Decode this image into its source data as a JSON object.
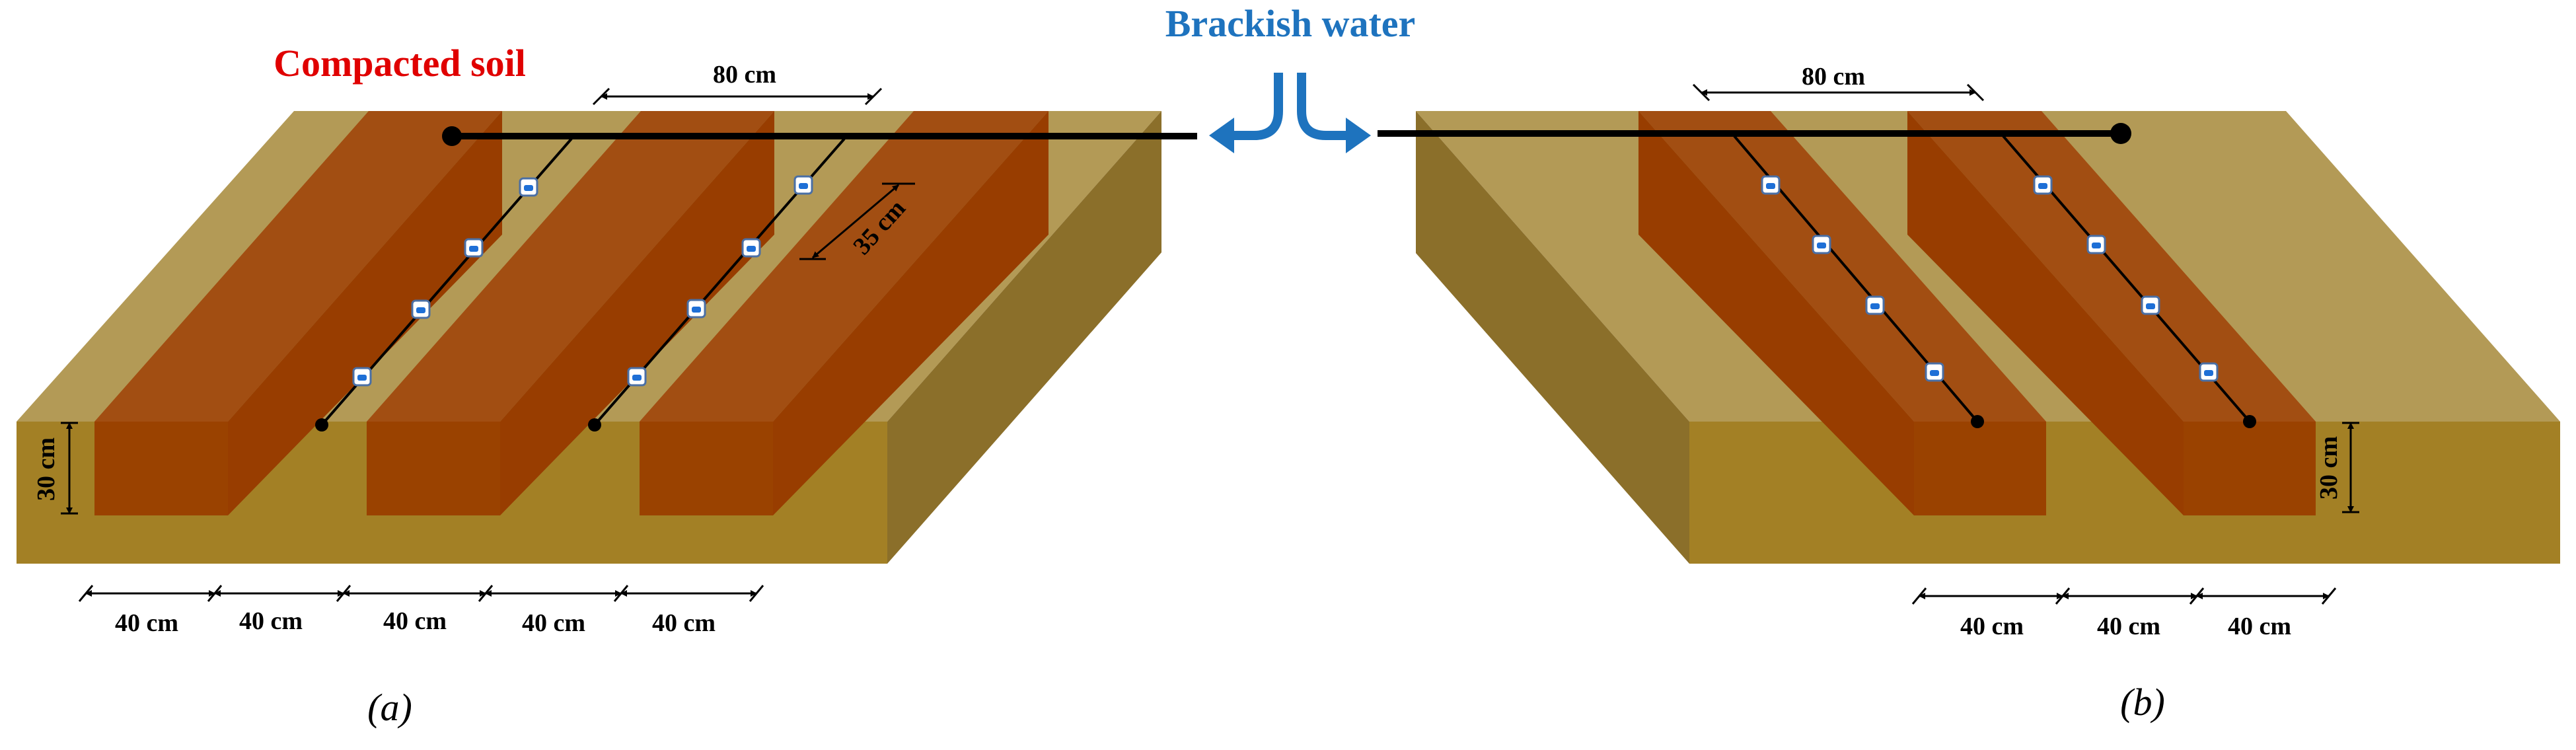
{
  "labels": {
    "compacted_soil": "Compacted soil",
    "brackish_water": "Brackish water",
    "panel_a": "(a)",
    "panel_b": "(b)"
  },
  "dimensions": {
    "a_top": "80 cm",
    "a_diag": "35 cm",
    "a_height": "30 cm",
    "a_bottom": [
      "40 cm",
      "40 cm",
      "40 cm",
      "40 cm",
      "40 cm"
    ],
    "b_top": "80 cm",
    "b_height": "30 cm",
    "b_bottom": [
      "40 cm",
      "40 cm",
      "40 cm"
    ]
  },
  "colors": {
    "soil_top": "#b39a56",
    "soil_front": "#a38025",
    "soil_side": "#8b6f2a",
    "ridge_top": "#a24e12",
    "ridge_side": "#983d00",
    "ridge_front": "#9a4200",
    "label_red": "#e00000",
    "water_blue": "#1e73be",
    "pipe": "#000000"
  }
}
